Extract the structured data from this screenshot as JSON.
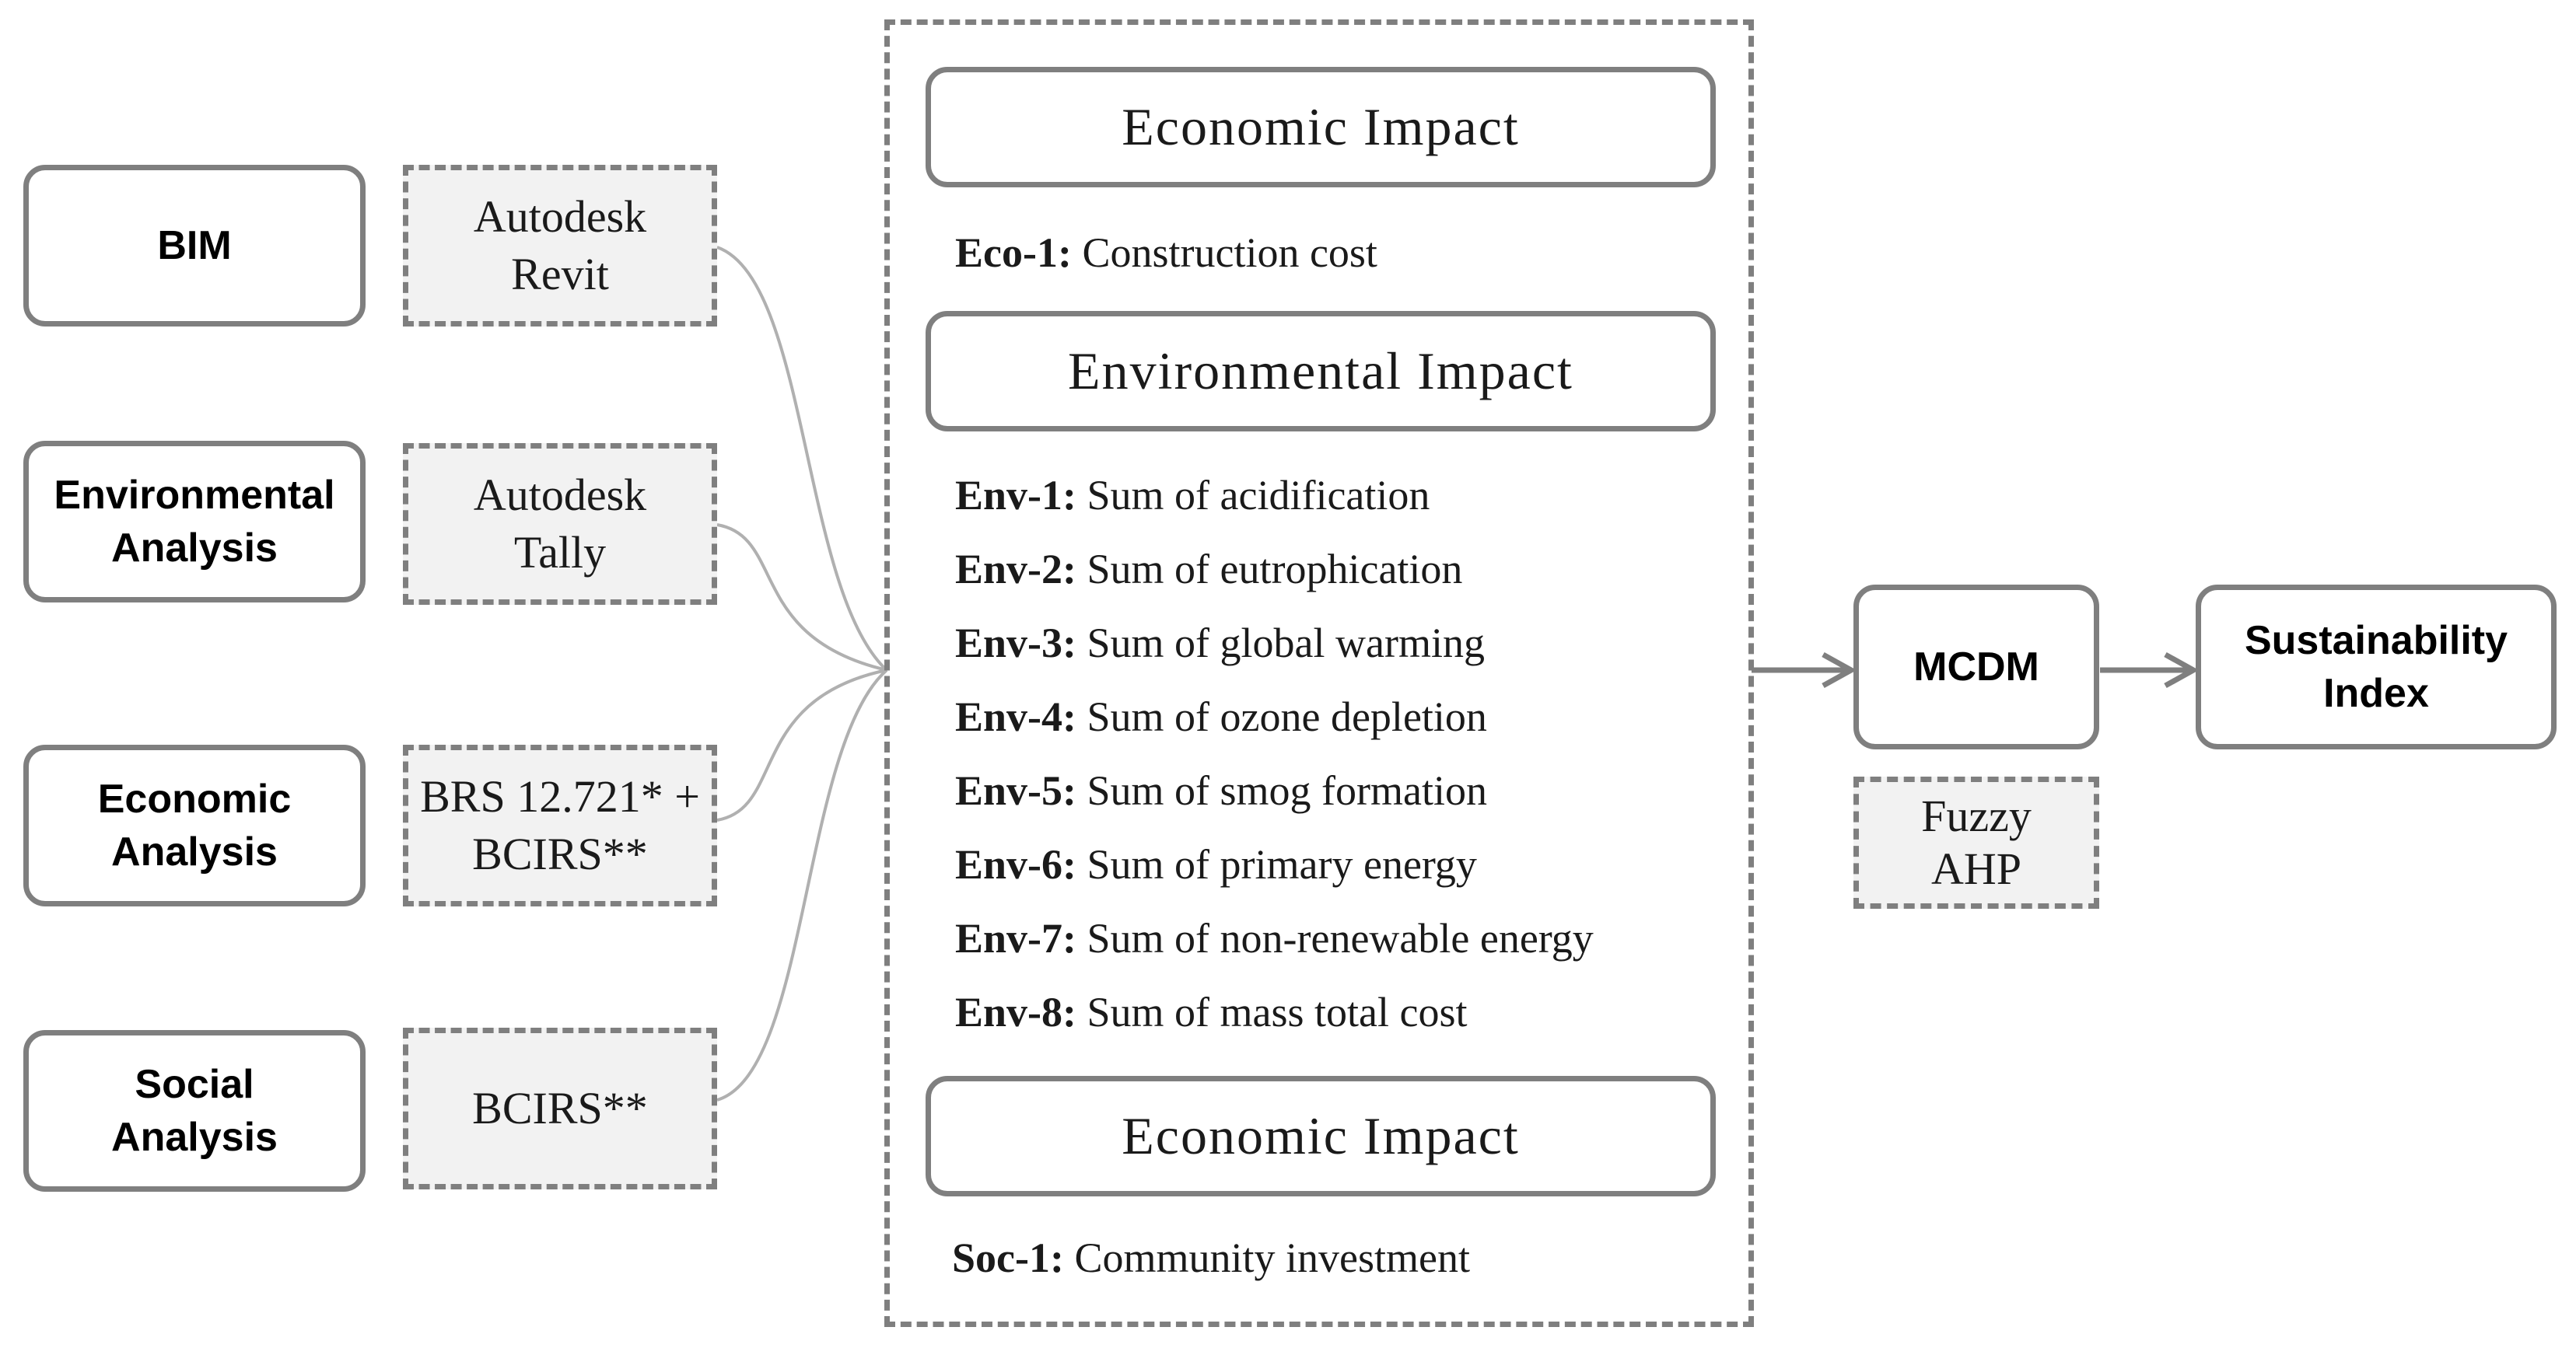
{
  "left_column": [
    {
      "label": "BIM"
    },
    {
      "label": "Environmental Analysis"
    },
    {
      "label": "Economic Analysis"
    },
    {
      "label": "Social Analysis"
    }
  ],
  "tools": [
    {
      "label": "Autodesk Revit"
    },
    {
      "label": "Autodesk Tally"
    },
    {
      "label": "BRS 12.721* + BCIRS**"
    },
    {
      "label": "BCIRS**"
    }
  ],
  "center": {
    "economic_header": "Economic Impact",
    "eco_items": [
      {
        "code": "Eco-1:",
        "text": "Construction cost"
      }
    ],
    "environmental_header": "Environmental Impact",
    "env_items": [
      {
        "code": "Env-1:",
        "text": "Sum of acidification"
      },
      {
        "code": "Env-2:",
        "text": "Sum of eutrophication"
      },
      {
        "code": "Env-3:",
        "text": "Sum of global warming"
      },
      {
        "code": "Env-4:",
        "text": "Sum of ozone depletion"
      },
      {
        "code": "Env-5:",
        "text": "Sum of smog formation"
      },
      {
        "code": "Env-6:",
        "text": "Sum of primary energy"
      },
      {
        "code": "Env-7:",
        "text": "Sum of non-renewable energy"
      },
      {
        "code": "Env-8:",
        "text": "Sum of mass total cost"
      }
    ],
    "social_header": "Economic Impact",
    "soc_items": [
      {
        "code": "Soc-1:",
        "text": "Community investment"
      }
    ]
  },
  "mcdm": {
    "label": "MCDM"
  },
  "method": {
    "label": "Fuzzy AHP"
  },
  "output": {
    "label": "Sustainability Index"
  },
  "colors": {
    "border": "#7f7f7f",
    "tool_fill": "#f2f2f2",
    "connector": "#b0b0b0",
    "arrow": "#7f7f7f"
  }
}
